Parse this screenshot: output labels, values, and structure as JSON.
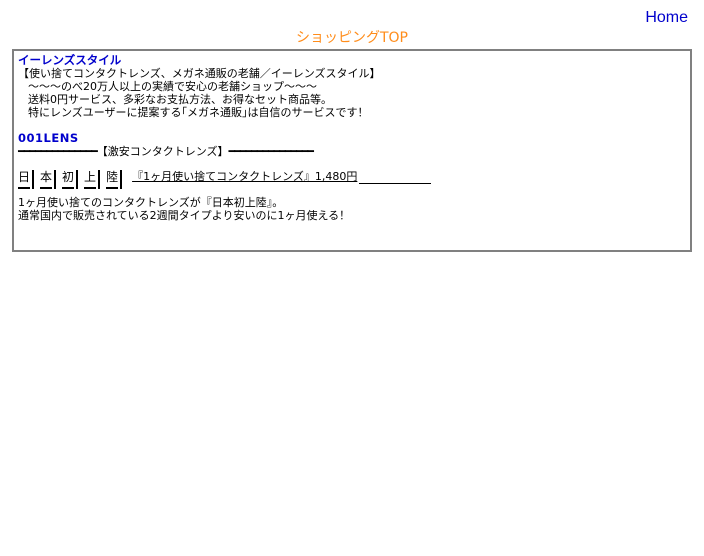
{
  "header": {
    "home_link": "Home",
    "shop_top": "ショッピングTOP"
  },
  "store": {
    "name": "イーレンズスタイル",
    "lines": [
      "【使い捨てコンタクトレンズ、メガネ通販の老舗／イーレンズスタイル】",
      "～～～のべ20万人以上の実績で安心の老舗ショップ～～～",
      "送料0円サービス、多彩なお支払方法、お得なセット商品等。",
      "特にレンズユーザーに提案する｢メガネ通販｣は自信のサービスです！"
    ]
  },
  "lens": {
    "title": "001LENS",
    "bar_left": "━━━━━━━━━━━━━━",
    "heading": "【激安コンタクトレンズ】",
    "bar_right": "━━━━━━━━━━━━━━━",
    "chars": [
      "日",
      "本",
      "初",
      "上",
      "陸"
    ],
    "promo_link": "『1ヶ月使い捨てコンタクトレンズ』1,480円",
    "desc_lines": [
      "1ヶ月使い捨てのコンタクトレンズが『日本初上陸』。",
      "通常国内で販売されている2週間タイプより安いのに1ヶ月使える！"
    ]
  }
}
